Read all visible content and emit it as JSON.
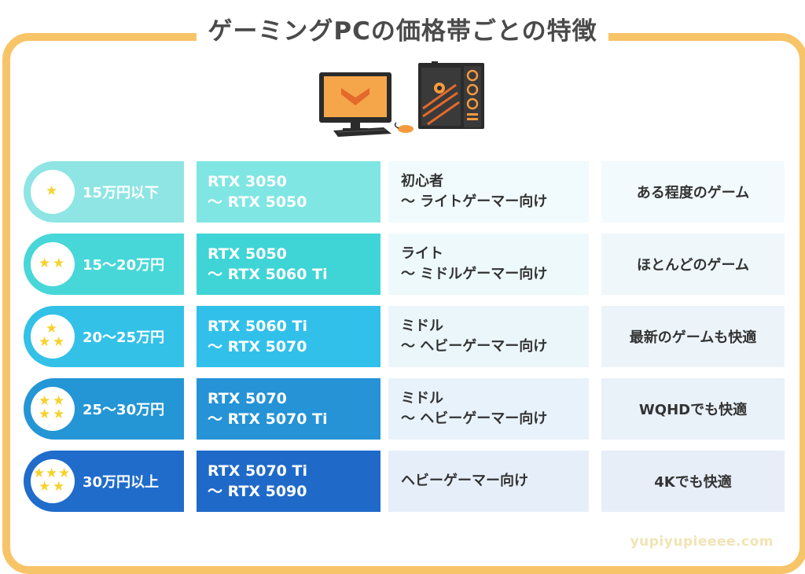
{
  "title": "ゲーミングPCの価格帯ごとの特徴",
  "watermark": "yupiyupieeee.com",
  "rows": [
    {
      "stars": 1,
      "price": "15万円以下",
      "gpu1": "RTX 3050",
      "gpu2": "～ RTX 5050",
      "user1": "初心者",
      "user2": "～ ライトゲーマー向け",
      "feature": "ある程度のゲーム",
      "c1_color": "#8ee5e4",
      "c2_color": "#7fe6e3",
      "c3_color": "#f1fbfd",
      "c4_color": "#f3fafd"
    },
    {
      "stars": 2,
      "price": "15～20万円",
      "gpu1": "RTX 5050",
      "gpu2": "～ RTX 5060 Ti",
      "user1": "ライト",
      "user2": "～ ミドルゲーマー向け",
      "feature": "ほとんどのゲーム",
      "c1_color": "#47d7d8",
      "c2_color": "#3fd4d6",
      "c3_color": "#eef9fc",
      "c4_color": "#eff7fb"
    },
    {
      "stars": 3,
      "price": "20～25万円",
      "gpu1": "RTX 5060 Ti",
      "gpu2": "～ RTX 5070",
      "user1": "ミドル",
      "user2": "～ ヘビーゲーマー向け",
      "feature": "最新のゲームも快適",
      "c1_color": "#33c1e8",
      "c2_color": "#31c0ea",
      "c3_color": "#ebf6fb",
      "c4_color": "#ecf4fa"
    },
    {
      "stars": 4,
      "price": "25～30万円",
      "gpu1": "RTX 5070",
      "gpu2": "～ RTX 5070 Ti",
      "user1": "ミドル",
      "user2": "～ ヘビーゲーマー向け",
      "feature": "WQHDでも快適",
      "c1_color": "#2496d5",
      "c2_color": "#2593d6",
      "c3_color": "#e8f2fa",
      "c4_color": "#e9f1f9"
    },
    {
      "stars": 5,
      "price": "30万円以上",
      "gpu1": "RTX 5070 Ti",
      "gpu2": "～ RTX 5090",
      "user1": "ヘビーゲーマー向け",
      "user2": "",
      "feature": "4Kでも快適",
      "c1_color": "#1f6ccb",
      "c2_color": "#1f6ac8",
      "c3_color": "#e6eff9",
      "c4_color": "#e7eef8"
    }
  ],
  "icons": {
    "star": "star-icon",
    "monitor": "monitor-icon",
    "tower": "pc-tower-icon",
    "keyboard": "keyboard-icon",
    "mouse": "mouse-icon"
  }
}
